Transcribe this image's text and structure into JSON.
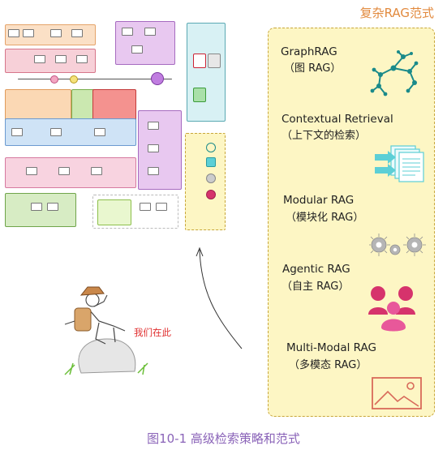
{
  "panel": {
    "title": "复杂RAG范式",
    "items": [
      {
        "name": "GraphRAG",
        "sub": "（图 RAG）",
        "icon": "graph-network-icon"
      },
      {
        "name": "Contextual Retrieval",
        "sub": "（上下文的检索）",
        "icon": "documents-arrows-icon"
      },
      {
        "name": "Modular RAG",
        "sub": "（模块化 RAG）",
        "icon": "gears-icon"
      },
      {
        "name": "Agentic RAG",
        "sub": "（自主 RAG）",
        "icon": "agents-people-icon"
      },
      {
        "name": "Multi-Modal RAG",
        "sub": "（多模态 RAG）",
        "icon": "image-icon"
      }
    ]
  },
  "here_label": "我们在此",
  "caption": "图10-1 高级检索策略和范式",
  "colors": {
    "panel_bg": "#fdf6c4",
    "panel_border": "#c8a63a",
    "title": "#e28a3e",
    "caption": "#8a63b8",
    "here": "#e03030",
    "graph_teal": "#1a8a8a",
    "doc_cyan": "#5ccfd6",
    "gear_gray": "#a9a9a9",
    "agent_pink": "#d6336c"
  }
}
